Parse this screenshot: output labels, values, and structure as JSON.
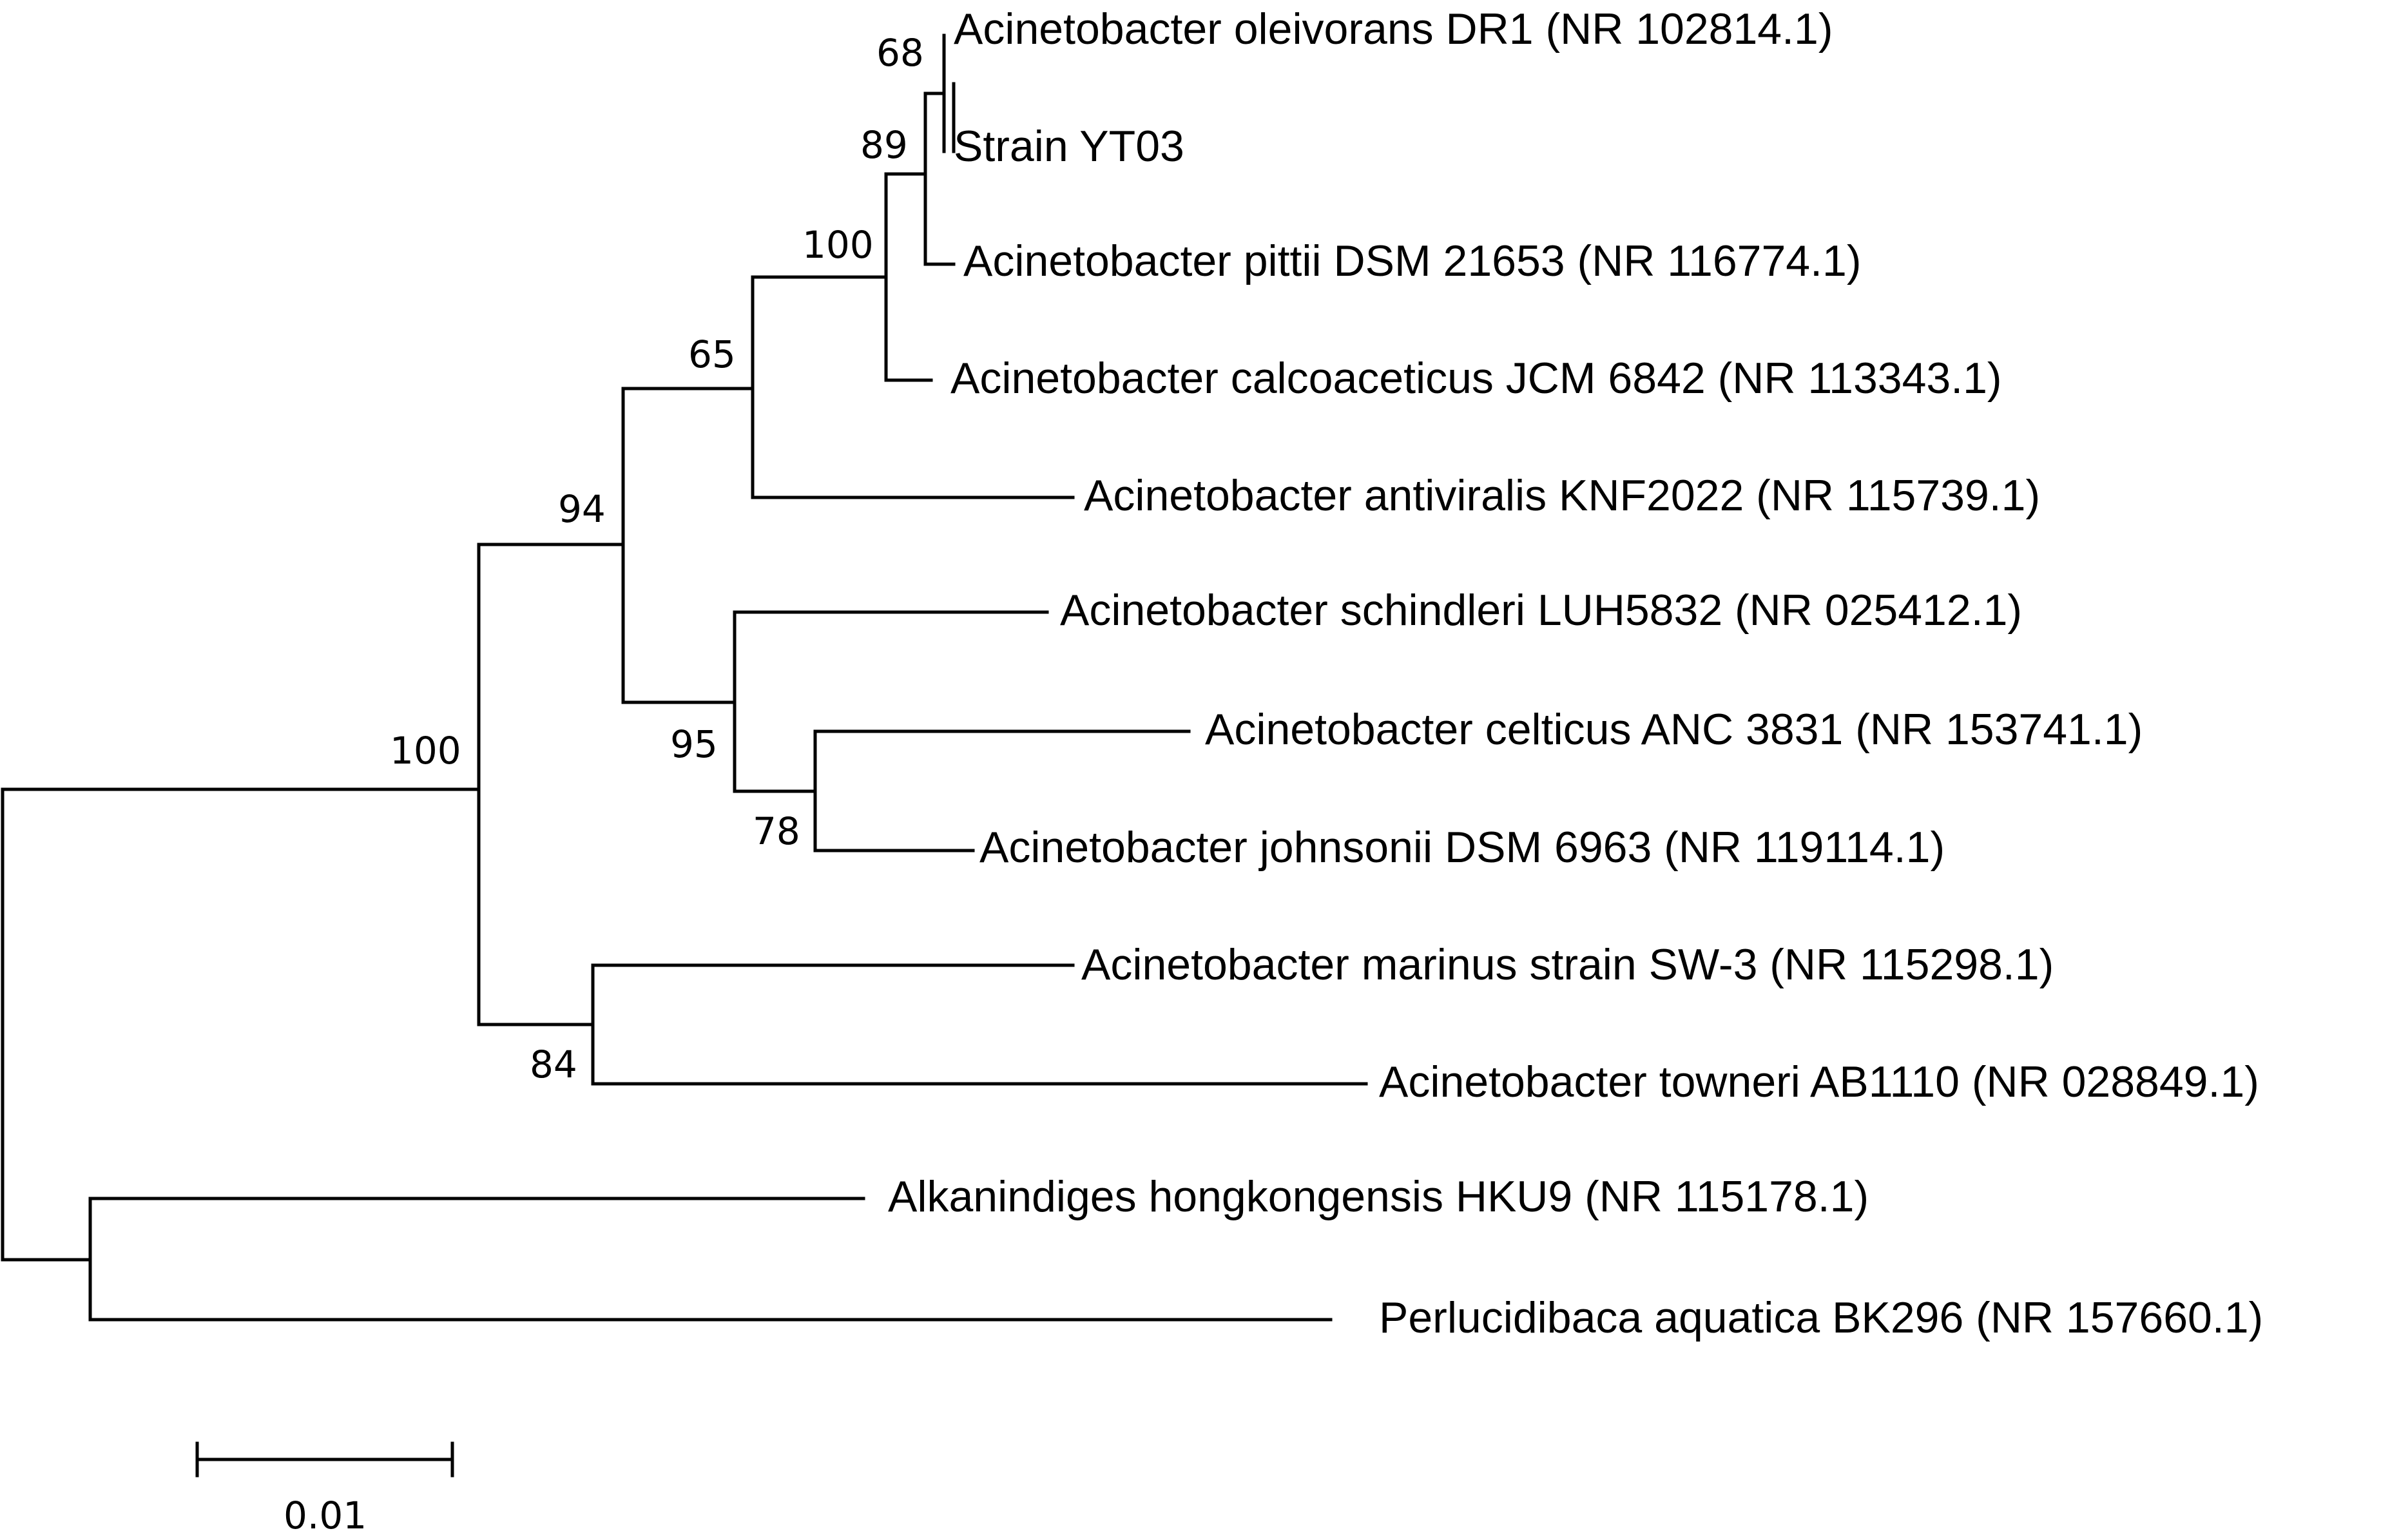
{
  "taxa": [
    "Acinetobacter oleivorans DR1 (NR 102814.1)",
    "Strain YT03",
    "Acinetobacter pittii DSM 21653 (NR 116774.1)",
    "Acinetobacter calcoaceticus JCM 6842 (NR 113343.1)",
    "Acinetobacter antiviralis KNF2022 (NR 115739.1)",
    "Acinetobacter schindleri LUH5832 (NR 025412.1)",
    "Acinetobacter celticus ANC 3831 (NR 153741.1)",
    "Acinetobacter johnsonii DSM 6963 (NR 119114.1)",
    "Acinetobacter marinus strain SW-3 (NR 115298.1)",
    "Acinetobacter towneri AB1110 (NR 028849.1)",
    "Alkanindiges hongkongensis HKU9 (NR 115178.1)",
    "Perlucidibaca aquatica BK296 (NR 157660.1)"
  ],
  "bootstrap": [
    "68",
    "89",
    "100",
    "65",
    "94",
    "100",
    "95",
    "78",
    "84"
  ],
  "scale_bar": {
    "label": "0.01",
    "value": 0.01
  }
}
